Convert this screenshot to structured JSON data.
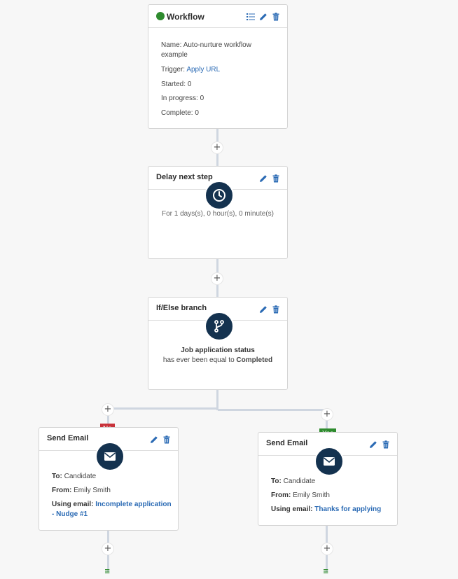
{
  "workflow": {
    "title": "Workflow",
    "status_color": "#2e8b2e",
    "name_label": "Name:",
    "name_value": "Auto-nurture workflow",
    "name_value_cont": "example",
    "trigger_label": "Trigger:",
    "trigger_value": "Apply URL",
    "started_label": "Started:",
    "started_value": "0",
    "in_progress_label": "In progress:",
    "in_progress_value": "0",
    "complete_label": "Complete:",
    "complete_value": "0"
  },
  "delay": {
    "title": "Delay next step",
    "icon": "clock-icon",
    "text": "For 1 days(s), 0 hour(s), 0 minute(s)"
  },
  "branch": {
    "title": "If/Else branch",
    "icon": "branch-icon",
    "condition_field": "Job application status",
    "condition_prefix": "has ever been equal to",
    "condition_value": "Completed"
  },
  "branches": {
    "no_label": "No",
    "yes_label": "Yes"
  },
  "email_no": {
    "title": "Send Email",
    "icon": "envelope-icon",
    "to_label": "To:",
    "to_value": "Candidate",
    "from_label": "From:",
    "from_value": "Emily Smith",
    "using_label": "Using email:",
    "using_value": "Incomplete application",
    "using_value_cont": "- Nudge #1"
  },
  "email_yes": {
    "title": "Send Email",
    "icon": "envelope-icon",
    "to_label": "To:",
    "to_value": "Candidate",
    "from_label": "From:",
    "from_value": "Emily Smith",
    "using_label": "Using email:",
    "using_value": "Thanks for applying"
  },
  "controls": {
    "add_symbol": "+",
    "end_symbol": "≡"
  },
  "colors": {
    "accent": "#14324f",
    "link": "#2a6ab4",
    "no": "#c8323a",
    "yes": "#2e8b2e",
    "connector": "#cfd6e0"
  }
}
